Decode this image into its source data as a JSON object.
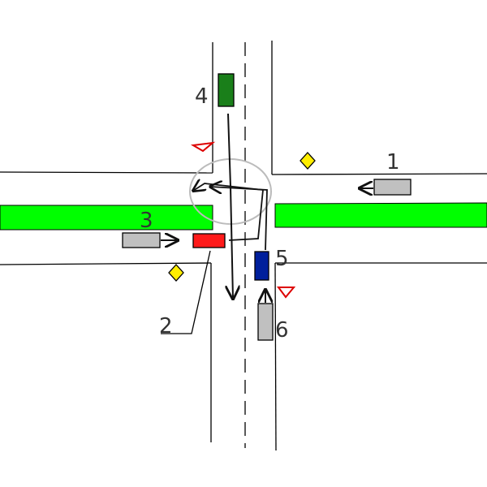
{
  "labels": {
    "car1": "1",
    "car2": "2",
    "car3": "3",
    "car4": "4",
    "car5": "5",
    "car6": "6"
  },
  "colors": {
    "background": "#ffffff",
    "road_edge": "#000000",
    "median": "#00ff00",
    "car_green": "#1a7f1a",
    "car_red": "#ff1a1a",
    "car_blue": "#001f9c",
    "car_gray": "#c0c0c0",
    "yield_sign": "#dd0000",
    "priority_sign": "#ffee00",
    "path_arrow": "#111111",
    "highlight_circle": "#bbbbbb"
  },
  "icons": {
    "yield_sign": "triangle-yield-icon",
    "priority_sign": "diamond-priority-road-icon",
    "direction": "arrow-icon"
  }
}
